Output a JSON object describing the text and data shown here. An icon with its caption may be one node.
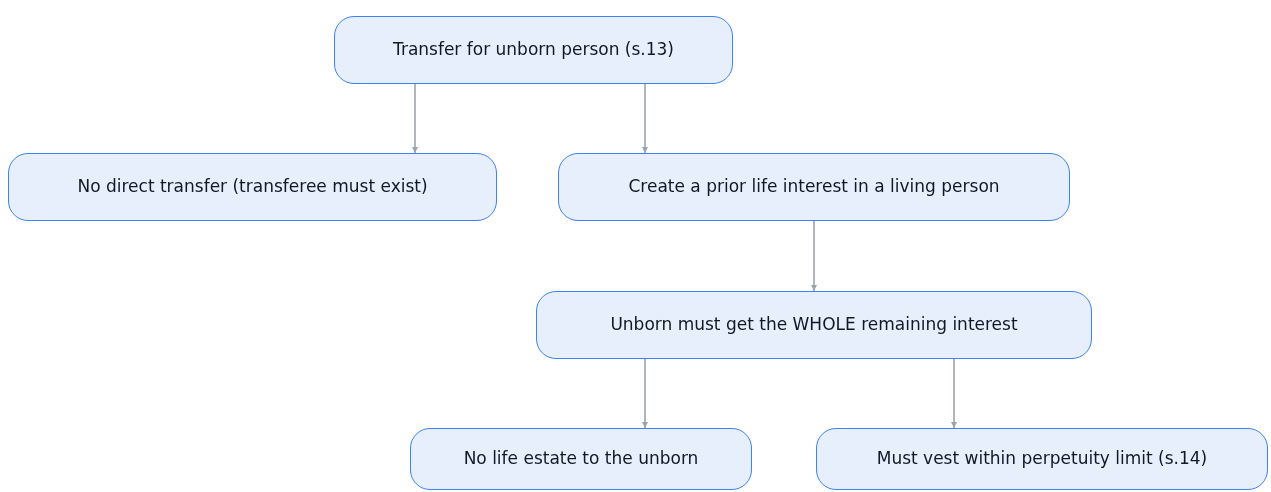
{
  "diagram": {
    "nodes": [
      {
        "text": [
          "Transfer for unborn person (s.13)"
        ]
      },
      {
        "text": [
          "No direct transfer (transferee must exist)"
        ]
      },
      {
        "text": [
          "Create a prior life interest in a living person"
        ]
      },
      {
        "text": [
          "Unborn must get the WHOLE remaining interest"
        ]
      },
      {
        "text": [
          "No life estate to the unborn"
        ]
      },
      {
        "text": [
          "Must vest within perpetuity limit (s.14)"
        ]
      }
    ],
    "edges": [
      {
        "from": 0,
        "to": 1,
        "arrow": "to"
      },
      {
        "from": 0,
        "to": 2,
        "arrow": "to"
      },
      {
        "from": 2,
        "to": 3,
        "arrow": "to"
      },
      {
        "from": 3,
        "to": 4,
        "arrow": "to"
      },
      {
        "from": 3,
        "to": 5,
        "arrow": "to"
      }
    ]
  }
}
